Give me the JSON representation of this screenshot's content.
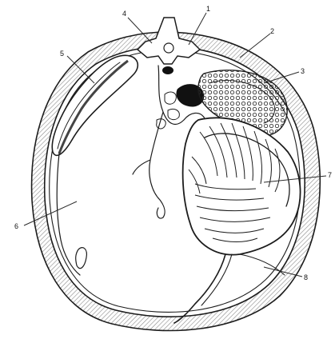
{
  "labels": {
    "l1": "1",
    "l2": "2",
    "l3": "3",
    "l4": "4",
    "l5": "5",
    "l6": "6",
    "l7": "7",
    "l8": "8"
  },
  "colors": {
    "ink": "#1c1c1c",
    "hatch": "#8a8a8a",
    "paper": "#ffffff",
    "dark_fill": "#111111"
  }
}
